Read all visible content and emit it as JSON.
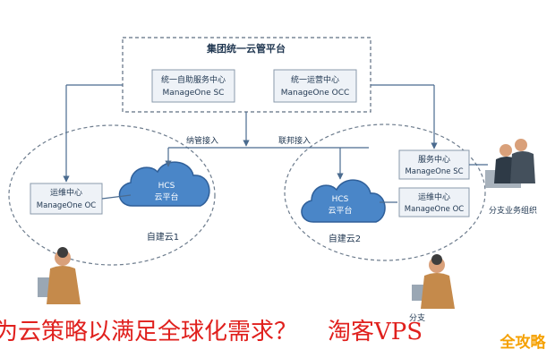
{
  "platform": {
    "title": "集团统一云管平台",
    "sc": {
      "line1": "统一自助服务中心",
      "line2": "ManageOne SC"
    },
    "occ": {
      "line1": "统一运营中心",
      "line2": "ManageOne OCC"
    }
  },
  "links": {
    "managed_access": "纳管接入",
    "federated_access": "联邦接入"
  },
  "cloud1": {
    "label_top": "HCS",
    "label_bottom": "云平台",
    "name": "自建云1",
    "oc": {
      "line1": "运维中心",
      "line2": "ManageOne OC"
    }
  },
  "cloud2": {
    "label_top": "HCS",
    "label_bottom": "云平台",
    "name": "自建云2",
    "sc": {
      "line1": "服务中心",
      "line2": "ManageOne SC"
    },
    "oc": {
      "line1": "运维中心",
      "line2": "ManageOne OC"
    }
  },
  "branch_label": "分支业务组织",
  "branch_label_partial": "分支",
  "caption": {
    "left": "为云策略以满足全球化需求？",
    "right": "淘客VPS"
  },
  "watermark": "全攻略",
  "colors": {
    "frame": "#5f6f82",
    "box_fill": "#eef2f7",
    "cloud": "#4a86c8",
    "caption": "#e0201d",
    "watermark": "#f5a000"
  }
}
